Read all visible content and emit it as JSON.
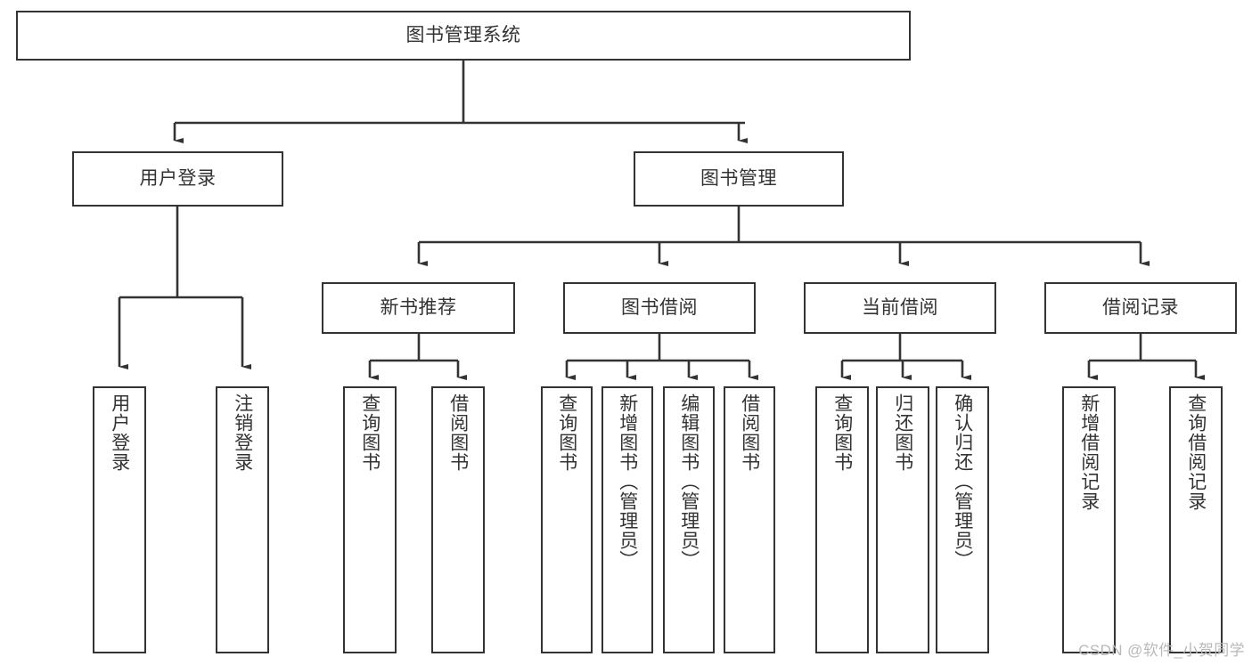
{
  "diagram": {
    "type": "tree",
    "orientation": "top-down",
    "root": {
      "id": "root",
      "label": "图书管理系统"
    },
    "level2": [
      {
        "id": "login",
        "label": "用户登录"
      },
      {
        "id": "bookmgmt",
        "label": "图书管理"
      }
    ],
    "level3": [
      {
        "id": "newbook",
        "label": "新书推荐",
        "parent": "bookmgmt"
      },
      {
        "id": "borrow",
        "label": "图书借阅",
        "parent": "bookmgmt"
      },
      {
        "id": "current",
        "label": "当前借阅",
        "parent": "bookmgmt"
      },
      {
        "id": "record",
        "label": "借阅记录",
        "parent": "bookmgmt"
      }
    ],
    "leaves": [
      {
        "id": "leaf-user-login",
        "label": "用户登录",
        "parent": "login"
      },
      {
        "id": "leaf-user-logout",
        "label": "注销登录",
        "parent": "login"
      },
      {
        "id": "leaf-newbook-query",
        "label": "查询图书",
        "parent": "newbook"
      },
      {
        "id": "leaf-newbook-borrow",
        "label": "借阅图书",
        "parent": "newbook"
      },
      {
        "id": "leaf-borrow-query",
        "label": "查询图书",
        "parent": "borrow"
      },
      {
        "id": "leaf-borrow-add",
        "label": "新增图书（管理员）",
        "parent": "borrow"
      },
      {
        "id": "leaf-borrow-edit",
        "label": "编辑图书（管理员）",
        "parent": "borrow"
      },
      {
        "id": "leaf-borrow-lend",
        "label": "借阅图书",
        "parent": "borrow"
      },
      {
        "id": "leaf-current-query",
        "label": "查询图书",
        "parent": "current"
      },
      {
        "id": "leaf-current-return",
        "label": "归还图书",
        "parent": "current"
      },
      {
        "id": "leaf-current-confirm",
        "label": "确认归还（管理员）",
        "parent": "current"
      },
      {
        "id": "leaf-record-add",
        "label": "新增借阅记录",
        "parent": "record"
      },
      {
        "id": "leaf-record-query",
        "label": "查询借阅记录",
        "parent": "record"
      }
    ],
    "colors": {
      "stroke": "#333333",
      "fill": "#ffffff",
      "text": "#333333",
      "watermark": "#b9b9b9"
    }
  },
  "watermark": {
    "text": "CSDN @软件_小贺同学"
  }
}
